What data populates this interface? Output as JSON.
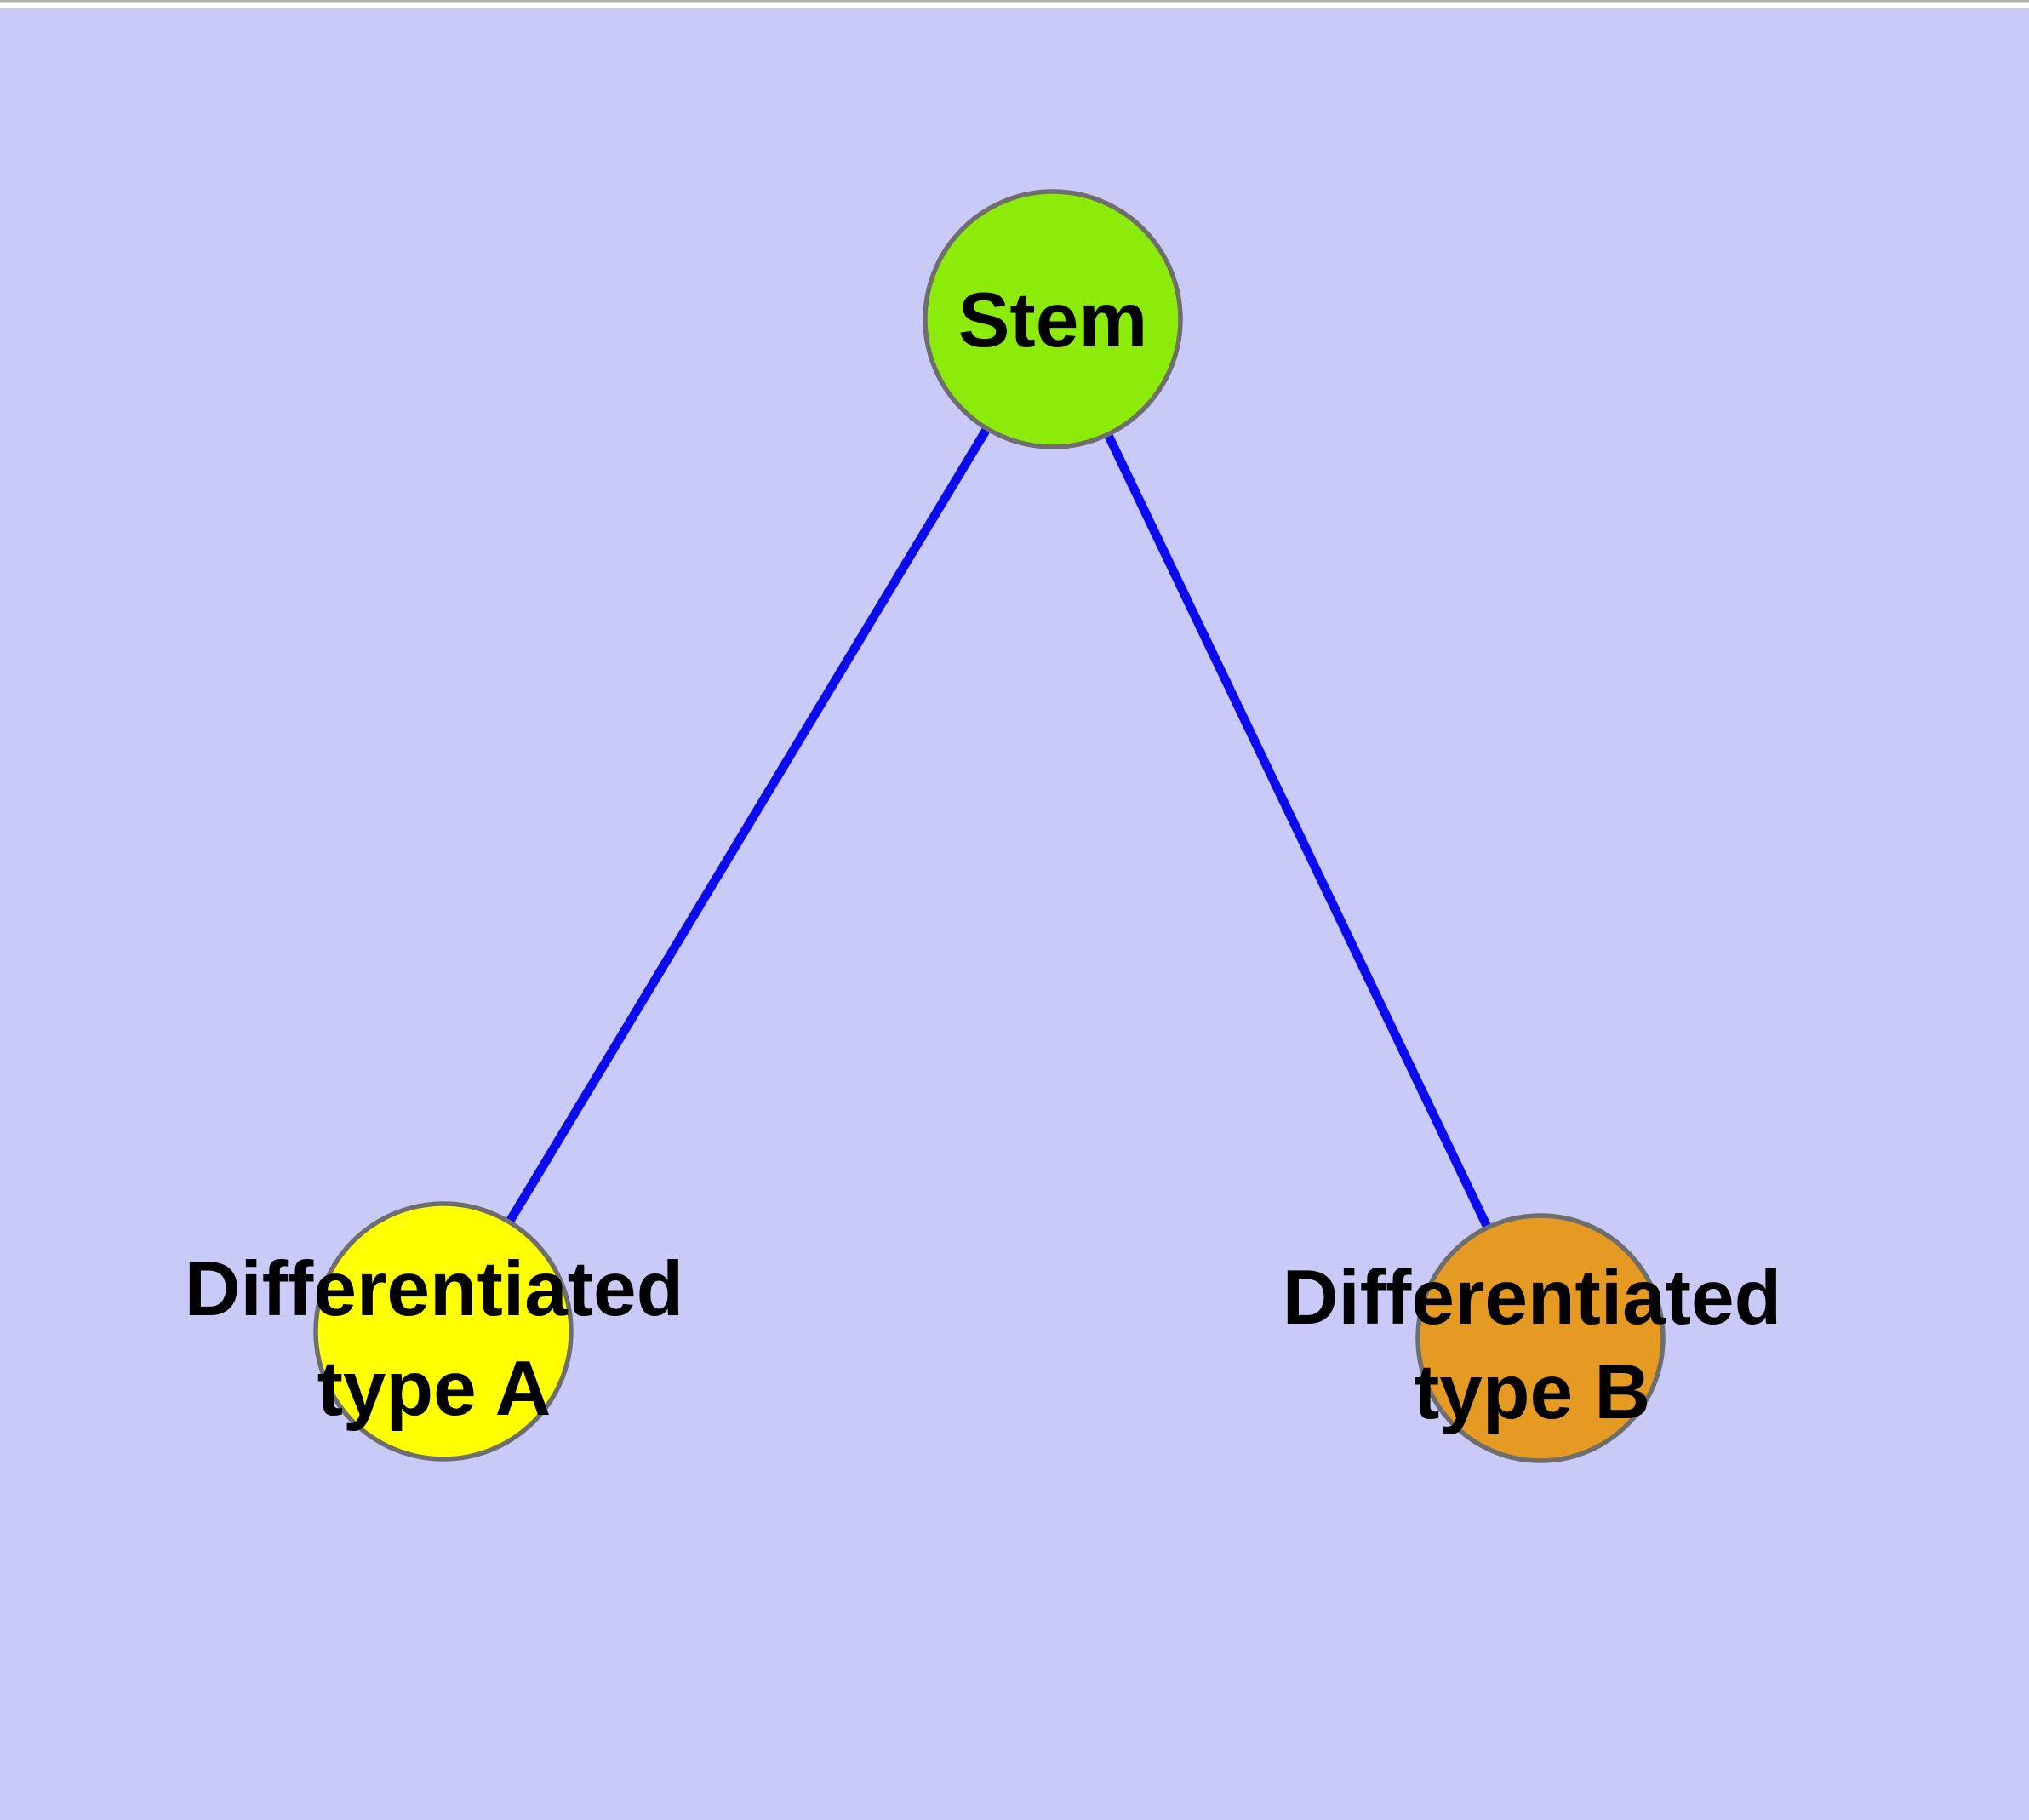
{
  "window": {
    "top_border_color": "#ADADAD",
    "top_strip_color": "#FFFFFF"
  },
  "canvas": {
    "background_color": "#CACAF8"
  },
  "diagram": {
    "type": "node-link-graph",
    "label_color": "#000000",
    "edge_color": "#0B0BEE",
    "node_border_color": "#6E6E6E",
    "nodes": [
      {
        "id": "stem",
        "label": "Stem",
        "lines": [
          "Stem"
        ],
        "fill": "#8DEB09"
      },
      {
        "id": "differentiated-type-a",
        "label": "Differentiated type A",
        "lines": [
          "Differentiated",
          "type A"
        ],
        "fill": "#FFFF00"
      },
      {
        "id": "differentiated-type-b",
        "label": "Differentiated type B",
        "lines": [
          "Differentiated",
          "type B"
        ],
        "fill": "#E59A23"
      }
    ],
    "edges": [
      {
        "from": "stem",
        "to": "differentiated-type-a"
      },
      {
        "from": "stem",
        "to": "differentiated-type-b"
      }
    ]
  }
}
